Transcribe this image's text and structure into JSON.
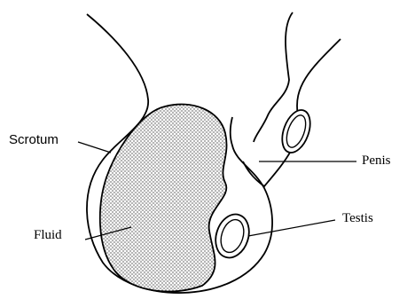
{
  "diagram": {
    "labels": {
      "scrotum": "Scrotum",
      "fluid": "Fluid",
      "penis": "Penis",
      "testis": "Testis"
    },
    "colors": {
      "stroke": "#000000",
      "fluid_fill": "#c8c8c8",
      "background": "#ffffff"
    }
  }
}
